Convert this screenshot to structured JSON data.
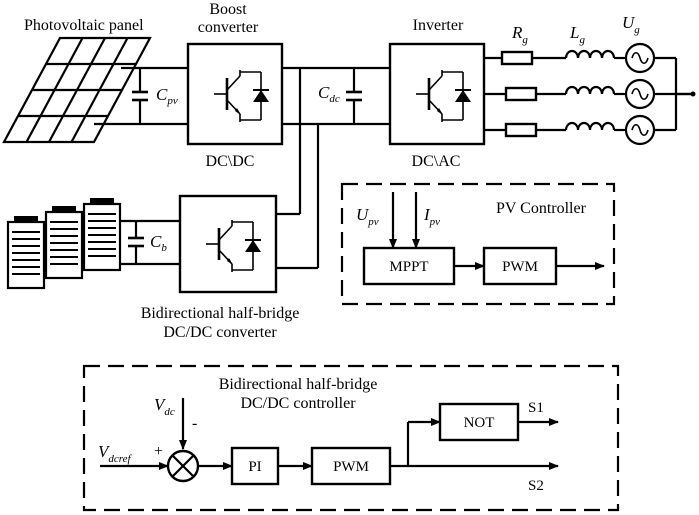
{
  "labels": {
    "photovoltaic_panel": "Photovoltaic panel",
    "boost_converter_line1": "Boost",
    "boost_converter_line2": "converter",
    "inverter": "Inverter",
    "dcdc": "DC\\DC",
    "dcac": "DC\\AC",
    "bidirectional_line1": "Bidirectional half-bridge",
    "bidirectional_line2": "DC/DC converter"
  },
  "symbols": {
    "cpv": {
      "main": "C",
      "sub": "pv"
    },
    "cdc": {
      "main": "C",
      "sub": "dc"
    },
    "cb": {
      "main": "C",
      "sub": "b"
    },
    "rg": {
      "main": "R",
      "sub": "g"
    },
    "lg": {
      "main": "L",
      "sub": "g"
    },
    "ug": {
      "main": "U",
      "sub": "g"
    }
  },
  "pv_controller": {
    "title": "PV Controller",
    "upv": {
      "main": "U",
      "sub": "pv"
    },
    "ipv": {
      "main": "I",
      "sub": "pv"
    },
    "mppt": "MPPT",
    "pwm": "PWM"
  },
  "dc_controller": {
    "title_line1": "Bidirectional half-bridge",
    "title_line2": "DC/DC controller",
    "vdc": {
      "main": "V",
      "sub": "dc"
    },
    "vdcref": {
      "main": "V",
      "sub": "dcref"
    },
    "plus": "+",
    "minus": "-",
    "pi": "PI",
    "pwm": "PWM",
    "not": "NOT",
    "s1": "S1",
    "s2": "S2"
  }
}
